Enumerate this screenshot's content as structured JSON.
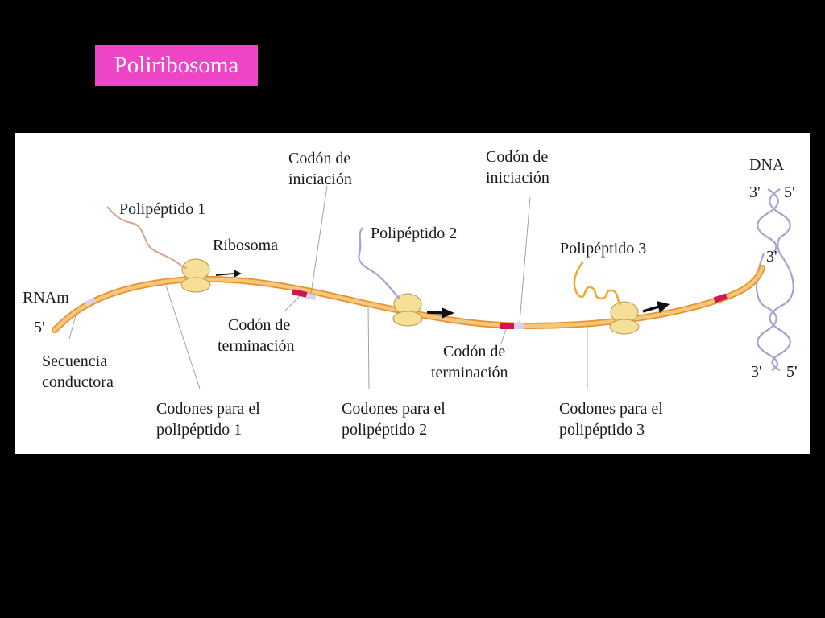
{
  "slide": {
    "title": "Poliribosoma",
    "title_bg": "#ee44c6",
    "background": "#000000"
  },
  "diagram": {
    "panel_bg": "#ffffff",
    "colors": {
      "mrna": "#f5c77a",
      "mrna_dark": "#e8922e",
      "ribosome": "#f6df96",
      "start_codon": "#d8d0f0",
      "stop_codon": "#d01550",
      "dna": "#a8a2cc",
      "polypeptide_1": "#d9a58a",
      "polypeptide_2": "#a7a3cf",
      "polypeptide_3": "#f0ab3a",
      "arrow": "#111111"
    },
    "labels": {
      "rnam": "RNAm",
      "five_prime_mrna": "5'",
      "leader_1": "Secuencia",
      "leader_2": "conductora",
      "polypeptide_1": "Polipéptido 1",
      "ribosome": "Ribosoma",
      "start_1_line1": "Codón de",
      "start_1_line2": "iniciación",
      "stop_1_line1": "Codón de",
      "stop_1_line2": "terminación",
      "codons_1_line1": "Codones para el",
      "codons_1_line2": "polipéptido 1",
      "polypeptide_2": "Polipéptido 2",
      "codons_2_line1": "Codones para el",
      "codons_2_line2": "polipéptido 2",
      "start_2_line1": "Codón de",
      "start_2_line2": "iniciación",
      "stop_2_line1": "Codón de",
      "stop_2_line2": "terminación",
      "polypeptide_3": "Polipéptido 3",
      "codons_3_line1": "Codones para el",
      "codons_3_line2": "polipéptido 3",
      "dna": "DNA",
      "dna_top_3": "3'",
      "dna_top_5": "5'",
      "dna_mid_3": "3'",
      "dna_bottom_3": "3'",
      "dna_bottom_5": "5'"
    }
  }
}
